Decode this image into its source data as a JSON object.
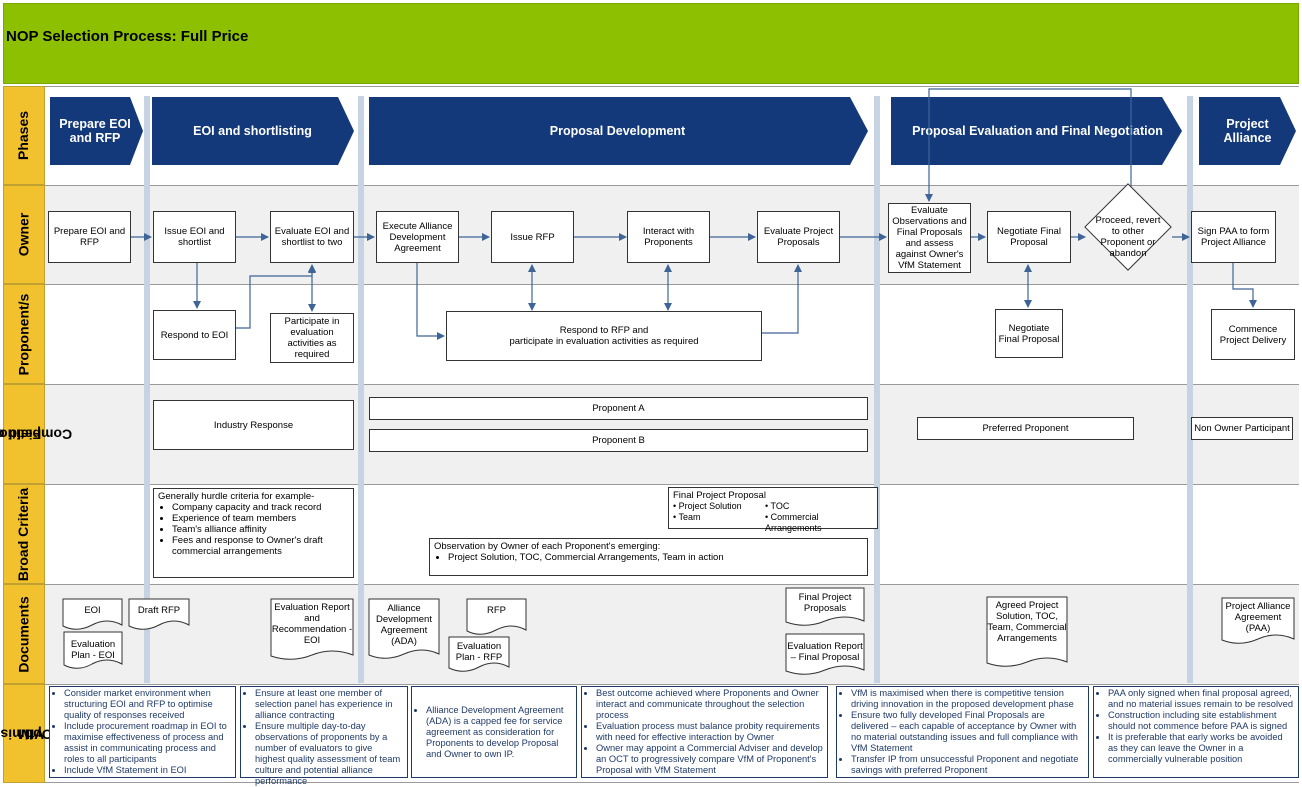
{
  "title": "NOP Selection Process: Full Price",
  "lanes": {
    "phases": "Phases",
    "owner": "Owner",
    "proponents": "Proponent/s",
    "field_line1": "Field of",
    "field_line2": "Competition",
    "criteria": "Broad Criteria",
    "documents": "Documents",
    "vfm_line1": "Optimising",
    "vfm_line2": "VfM"
  },
  "phases": {
    "p1": "Prepare EOI and RFP",
    "p2": "EOI and shortlisting",
    "p3": "Proposal Development",
    "p4": "Proposal Evaluation and Final Negotiation",
    "p5": "Project Alliance"
  },
  "owner": {
    "prepare": "Prepare EOI and RFP",
    "issue_eoi": "Issue EOI and shortlist",
    "evaluate_eoi": "Evaluate EOI and shortlist to two",
    "execute_ada": "Execute Alliance Development Agreement",
    "issue_rfp": "Issue RFP",
    "interact": "Interact with Proponents",
    "evaluate_proposals": "Evaluate Project Proposals",
    "evaluate_obs": "Evaluate Observations and Final Proposals and assess against Owner's VfM Statement",
    "negotiate": "Negotiate Final Proposal",
    "proceed": "Proceed, revert to other Proponent or abandon",
    "sign_paa": "Sign PAA to form Project Alliance"
  },
  "proponents": {
    "respond_eoi": "Respond to EOI",
    "participate": "Participate in evaluation activities as required",
    "respond_rfp_1": "Respond to RFP and",
    "respond_rfp_2": "participate in evaluation activities as required",
    "negotiate": "Negotiate Final Proposal",
    "commence": "Commence Project Delivery"
  },
  "field": {
    "industry": "Industry Response",
    "proponent_a": "Proponent A",
    "proponent_b": "Proponent B",
    "preferred": "Preferred Proponent",
    "non_owner": "Non Owner Participant"
  },
  "criteria": {
    "hurdle_intro": "Generally hurdle criteria for example-",
    "hurdle_items": [
      "Company capacity and track record",
      "Experience of team members",
      "Team's alliance affinity",
      "Fees and response to Owner's draft commercial arrangements"
    ],
    "final_title": "Final Project Proposal",
    "final_items": [
      "Project Solution",
      "TOC",
      "Team",
      "Commercial Arrangements"
    ],
    "obs_intro": "Observation by Owner of each Proponent's emerging:",
    "obs_item": "Project Solution, TOC, Commercial Arrangements, Team in action"
  },
  "documents": {
    "eoi": "EOI",
    "eval_plan_eoi": "Evaluation Plan - EOI",
    "draft_rfp": "Draft RFP",
    "eval_report_eoi": "Evaluation Report and Recommendation - EOI",
    "ada": "Alliance Development Agreement (ADA)",
    "rfp": "RFP",
    "eval_plan_rfp": "Evaluation Plan - RFP",
    "final_proposals": "Final Project Proposals",
    "eval_report_final": "Evaluation Report – Final Proposal",
    "agreed": "Agreed Project Solution, TOC, Team, Commercial Arrangements",
    "paa": "Project Alliance Agreement (PAA)"
  },
  "vfm": {
    "col1": [
      "Consider market environment when structuring EOI and RFP to optimise quality of responses received",
      "Include procurement roadmap in EOI to maximise effectiveness of process and assist in communicating process and roles to all participants",
      "Include VfM Statement in EOI"
    ],
    "col2": [
      "Ensure at least one member of selection panel has experience in alliance contracting",
      "Ensure multiple day-to-day observations  of proponents by a number of evaluators to give highest quality assessment of team culture and potential alliance performance"
    ],
    "col3": [
      "Alliance Development Agreement (ADA) is a capped fee for service agreement as consideration for Proponents to develop Proposal and Owner to own IP."
    ],
    "col4": [
      "Best outcome achieved where Proponents and Owner interact and communicate throughout the selection process",
      "Evaluation process must balance probity requirements with need for effective interaction by Owner",
      "Owner may appoint a Commercial Adviser and develop an OCT to progressively compare VfM of Proponent's Proposal with VfM Statement"
    ],
    "col5": [
      "VfM is maximised when there is competitive tension driving innovation in the proposed development phase",
      "Ensure two fully developed Final Proposals are delivered – each capable of acceptance by Owner with no material outstanding issues and full compliance with VfM Statement",
      "Transfer IP from unsuccessful Proponent and negotiate savings with preferred Proponent"
    ],
    "col6": [
      "PAA only signed when final proposal agreed, and no material issues remain to be resolved",
      "Construction including site establishment should not commence before PAA is signed",
      "It is preferable that early works be avoided as they can leave the Owner in a commercially vulnerable position"
    ]
  },
  "colors": {
    "header": "#8CC000",
    "lane_label": "#F2C12E",
    "phase": "#13397A",
    "lane_alt": "#F0F0F0",
    "separator": "#C5D3E3",
    "connector": "#3E6595"
  }
}
